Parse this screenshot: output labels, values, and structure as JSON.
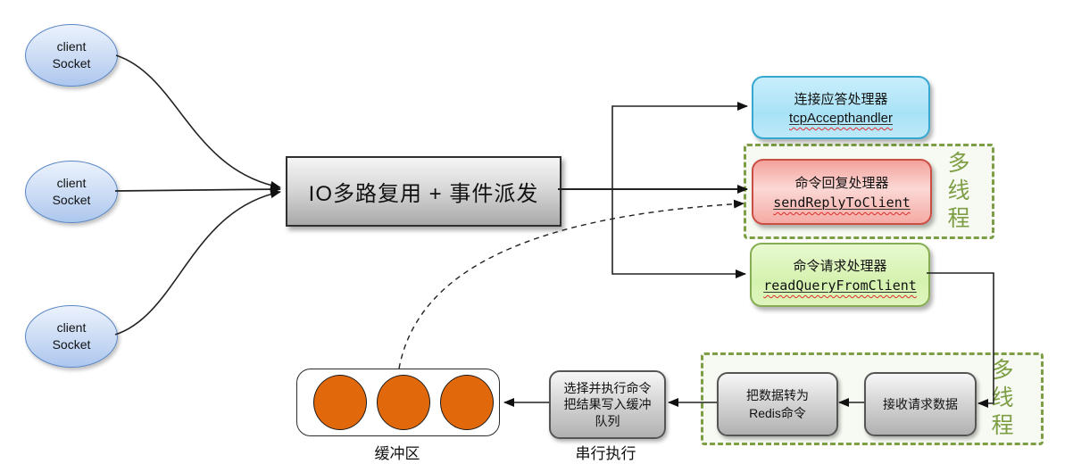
{
  "clients": [
    {
      "line1": "client",
      "line2": "Socket"
    },
    {
      "line1": "client",
      "line2": "Socket"
    },
    {
      "line1": "client",
      "line2": "Socket"
    }
  ],
  "dispatcher": {
    "label": "IO多路复用 + 事件派发"
  },
  "handlers": {
    "accept": {
      "title": "连接应答处理器",
      "code": "tcpAccepthandler"
    },
    "reply": {
      "title": "命令回复处理器",
      "code": "sendReplyToClient"
    },
    "read": {
      "title": "命令请求处理器",
      "code": "readQueryFromClient"
    }
  },
  "thread_groups": {
    "top": "多线程",
    "bottom": "多线程"
  },
  "pipeline": {
    "receive": "接收请求数据",
    "convert": {
      "line1": "把数据转为",
      "line2": "Redis命令"
    },
    "execute": {
      "line1": "选择并执行命令",
      "line2": "把结果写入缓冲",
      "line3": "队列"
    }
  },
  "labels": {
    "buffer": "缓冲区",
    "serial": "串行执行"
  },
  "colors": {
    "thread_green": "#7d9e44",
    "buffer_orange": "#e2690b",
    "accept_border": "#35a7d0",
    "reply_border": "#c94f45",
    "read_border": "#86ad53"
  }
}
